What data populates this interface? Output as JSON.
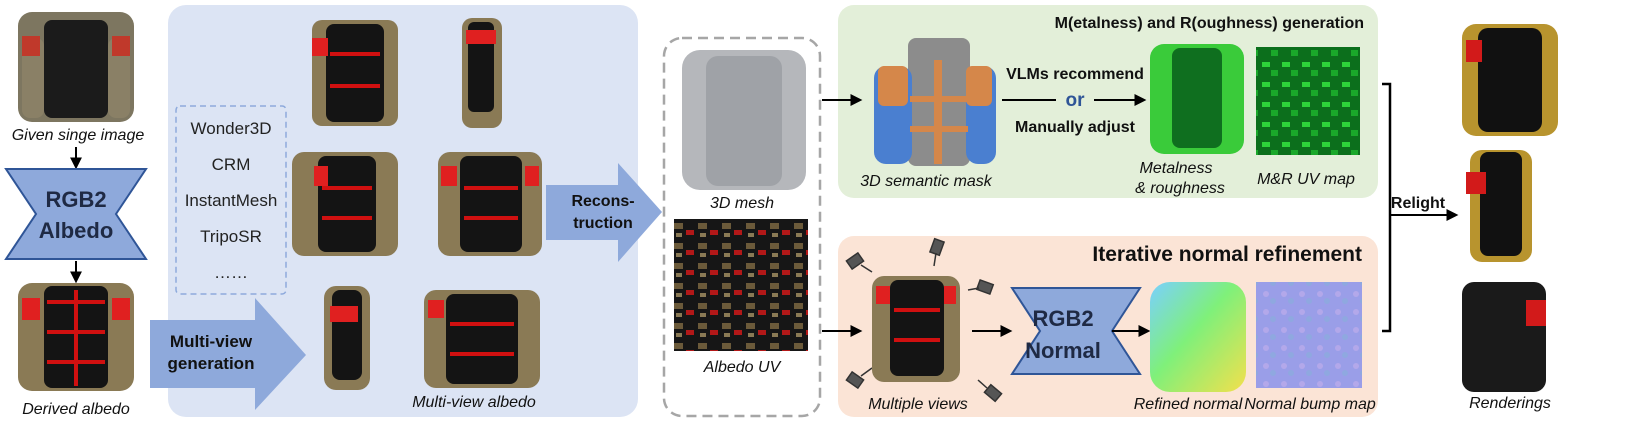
{
  "captions": {
    "given_image": "Given singe image",
    "derived_albedo": "Derived albedo",
    "multi_view_albedo": "Multi-view albedo",
    "mesh_3d": "3D mesh",
    "albedo_uv": "Albedo UV",
    "semantic_mask": "3D semantic mask",
    "metalness_line1": "Metalness",
    "metalness_line2": "& roughness",
    "mr_uv_map": "M&R UV map",
    "multiple_views": "Multiple views",
    "refined_normal": "Refined normal",
    "normal_bump_map": "Normal bump map",
    "renderings": "Renderings"
  },
  "blocks": {
    "rgb2albedo_line1": "RGB2",
    "rgb2albedo_line2": "Albedo",
    "rgb2normal_line1": "RGB2",
    "rgb2normal_line2": "Normal"
  },
  "methods": [
    "Wonder3D",
    "CRM",
    "InstantMesh",
    "TripoSR",
    "……"
  ],
  "arrows": {
    "multiview_line1": "Multi-view",
    "multiview_line2": "generation",
    "recon_line1": "Recons-",
    "recon_line2": "truction",
    "relight": "Relight"
  },
  "panels": {
    "mr_title": "M(etalness) and R(oughness) generation",
    "normal_title": "Iterative normal refinement",
    "vlm": "VLMs recommend",
    "or": "or",
    "manual": "Manually adjust"
  },
  "colors": {
    "blue_panel": "#dce4f4",
    "green_panel": "#e3efd9",
    "orange_panel": "#fbe4d6",
    "block_fill": "#8ea9db",
    "block_stroke": "#2f5597",
    "or_text": "#2f5597"
  }
}
